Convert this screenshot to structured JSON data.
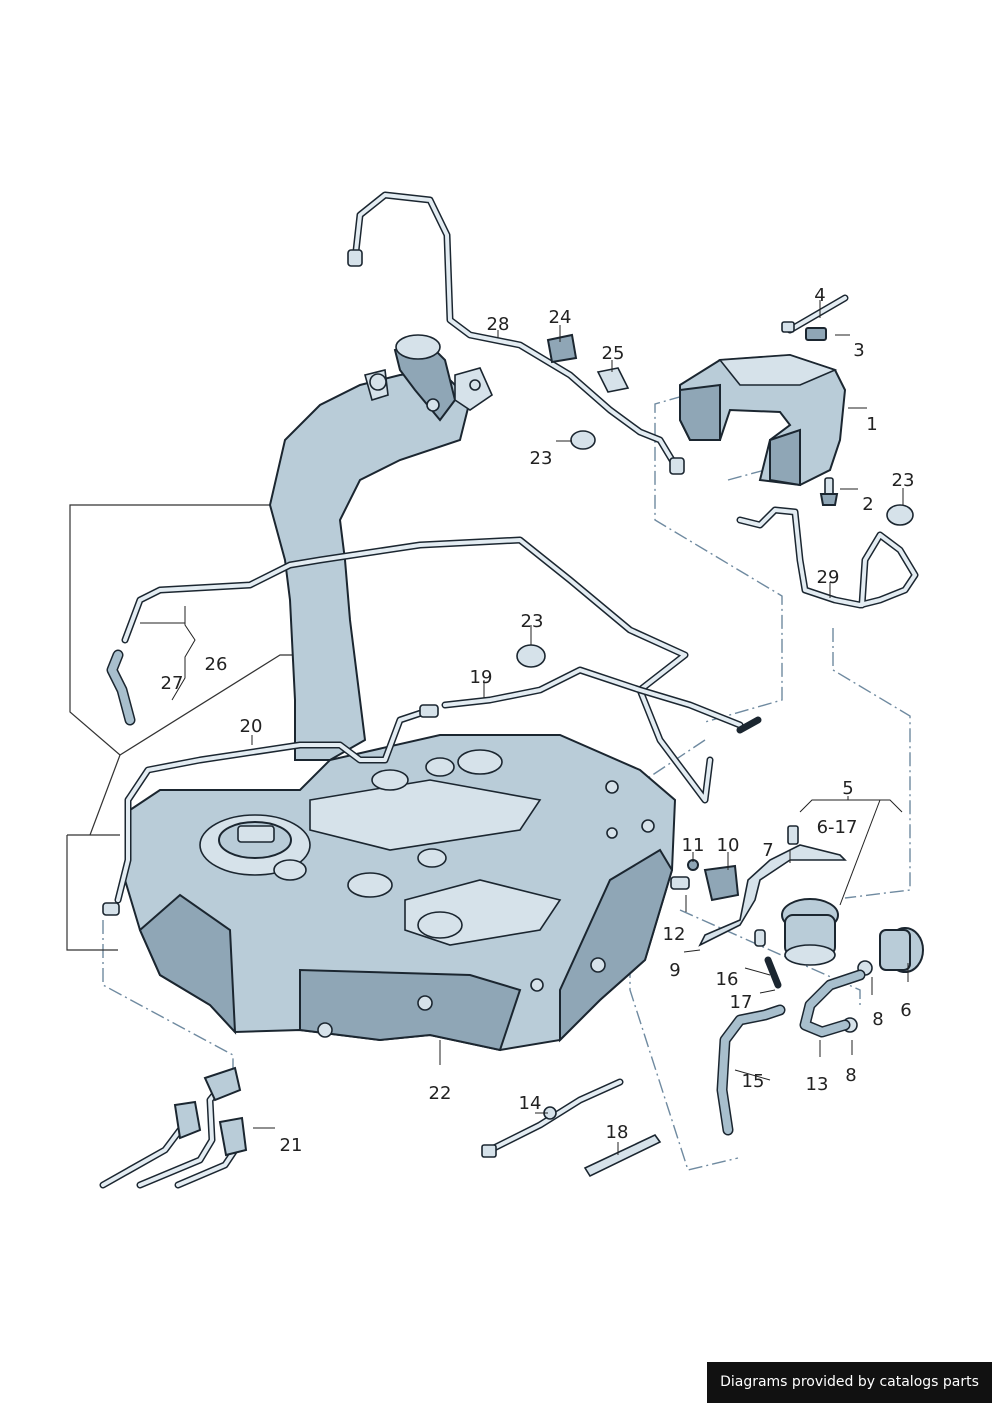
{
  "footer": {
    "text": "Diagrams provided by catalogs parts"
  },
  "callouts": {
    "c1": "1",
    "c2": "2",
    "c3": "3",
    "c4": "4",
    "c5": "5",
    "c6_17": "6-17",
    "c6": "6",
    "c7": "7",
    "c8a": "8",
    "c8b": "8",
    "c9": "9",
    "c10": "10",
    "c11": "11",
    "c12": "12",
    "c13": "13",
    "c14": "14",
    "c15": "15",
    "c16": "16",
    "c17": "17",
    "c18": "18",
    "c19": "19",
    "c20": "20",
    "c21": "21",
    "c22": "22",
    "c23a": "23",
    "c23b": "23",
    "c23c": "23",
    "c24": "24",
    "c25": "25",
    "c26": "26",
    "c27": "27",
    "c28": "28",
    "c29": "29"
  },
  "colors": {
    "body": "#b9ccd8",
    "outline": "#1b2630",
    "dash": "#6f8aa0"
  }
}
